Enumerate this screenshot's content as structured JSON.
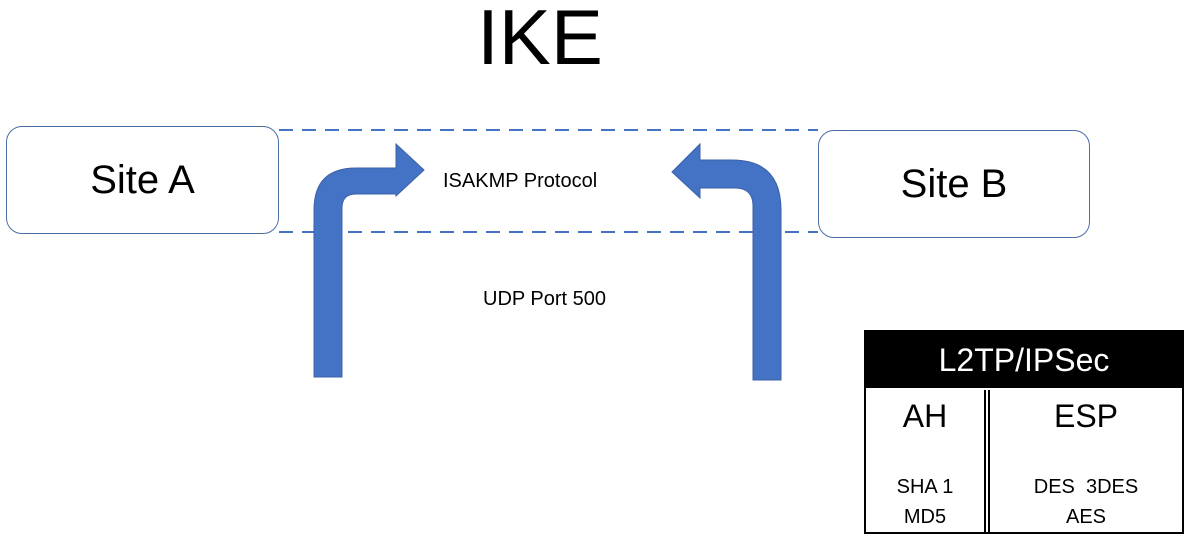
{
  "title": "IKE",
  "site_a": {
    "label": "Site A"
  },
  "site_b": {
    "label": "Site B"
  },
  "tunnel": {
    "protocol_label": "ISAKMP Protocol",
    "port_label": "UDP Port 500"
  },
  "table": {
    "header": "L2TP/IPSec",
    "columns": [
      {
        "name": "AH",
        "items": [
          "SHA 1",
          "MD5"
        ]
      },
      {
        "name": "ESP",
        "items": [
          "DES  3DES",
          "AES"
        ]
      }
    ]
  },
  "colors": {
    "arrow": "#4472C4",
    "tunnel_line": "#4472C4",
    "site_border": "#4a6fa5"
  }
}
